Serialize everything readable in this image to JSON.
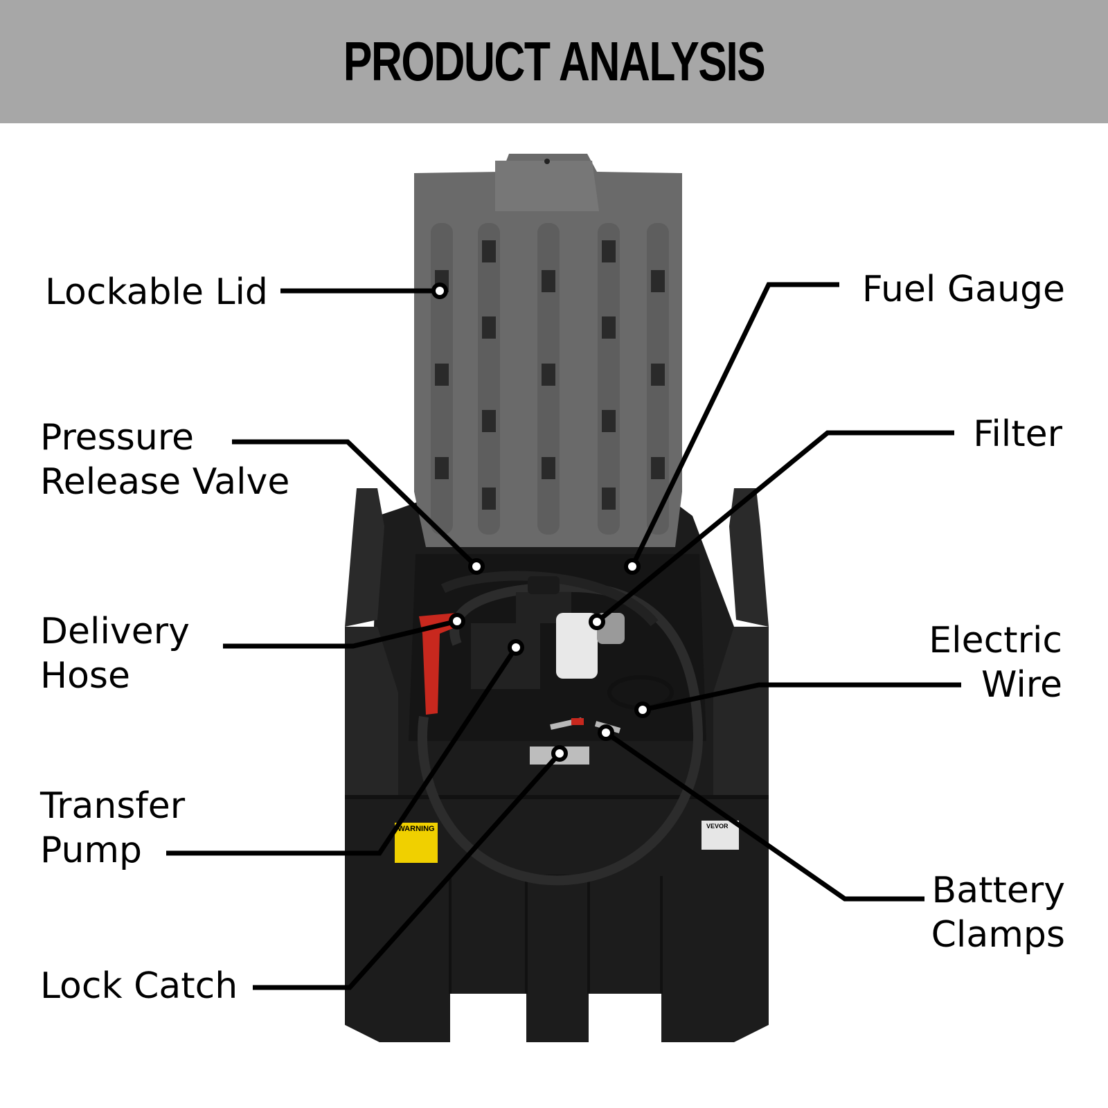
{
  "header": {
    "title": "PRODUCT ANALYSIS"
  },
  "callouts": [
    {
      "id": "lockable-lid",
      "lines": [
        "Lockable Lid"
      ]
    },
    {
      "id": "pressure-release-valve",
      "lines": [
        "Pressure",
        "Release Valve"
      ]
    },
    {
      "id": "delivery-hose",
      "lines": [
        "Delivery",
        "Hose"
      ]
    },
    {
      "id": "transfer-pump",
      "lines": [
        "Transfer",
        "Pump"
      ]
    },
    {
      "id": "lock-catch",
      "lines": [
        "Lock Catch"
      ]
    },
    {
      "id": "fuel-gauge",
      "lines": [
        "Fuel Gauge"
      ]
    },
    {
      "id": "filter",
      "lines": [
        "Filter"
      ]
    },
    {
      "id": "electric-wire",
      "lines": [
        "Electric",
        "Wire"
      ]
    },
    {
      "id": "battery-clamps",
      "lines": [
        "Battery",
        "Clamps"
      ]
    }
  ],
  "product": {
    "warning_label": "WARNING",
    "brand_label": "VEVOR",
    "colors": {
      "tank": "#1c1c1c",
      "lid": "#6a6a6a",
      "nozzle": "#c8281e",
      "header": "#a7a7a7"
    },
    "icons": [
      "fuel-tank-illustration"
    ]
  }
}
